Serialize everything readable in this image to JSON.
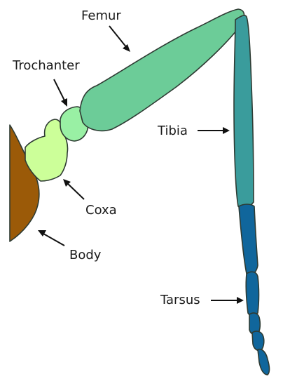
{
  "labels": {
    "femur": "Femur",
    "trochanter": "Trochanter",
    "tibia": "Tibia",
    "coxa": "Coxa",
    "body": "Body",
    "tarsus": "Tarsus"
  },
  "colors": {
    "body": "#9b5a08",
    "coxa": "#ccff99",
    "trochanter": "#99f0a4",
    "femur": "#6ccc98",
    "tibia": "#3a9c9c",
    "tarsus": "#10669c"
  }
}
